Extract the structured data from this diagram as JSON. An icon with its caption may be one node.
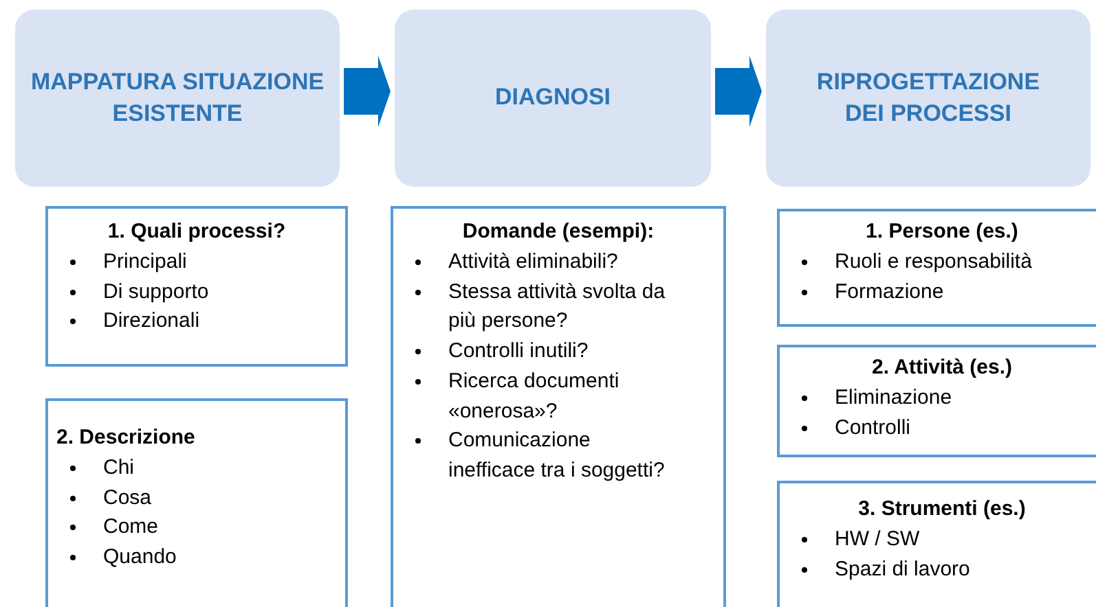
{
  "diagram": {
    "nodes": [
      {
        "text": [
          "MAPPATURA SITUAZIONE ESISTENTE"
        ]
      },
      {
        "text": [
          "DIAGNOSI"
        ]
      },
      {
        "text": [
          "RIPROGETTAZIONE DEI PROCESSI"
        ]
      },
      {
        "text": [
          "1. Quali processi?",
          "Principali",
          "Di supporto",
          "Direzionali"
        ]
      },
      {
        "text": [
          "2. Descrizione",
          "Chi",
          "Cosa",
          "Come",
          "Quando"
        ]
      },
      {
        "text": [
          "Domande (esempi):",
          "Attività eliminabili?",
          "Stessa attività svolta da più persone?",
          "Controlli inutili?",
          "Ricerca documenti «onerosa»?",
          "Comunicazione inefficace tra i soggetti?"
        ]
      },
      {
        "text": [
          "1. Persone (es.)",
          "Ruoli e responsabilità",
          "Formazione"
        ]
      },
      {
        "text": [
          "2. Attività (es.)",
          "Eliminazione",
          "Controlli"
        ]
      },
      {
        "text": [
          "3. Strumenti (es.)",
          "HW / SW",
          "Spazi di lavoro"
        ]
      }
    ],
    "edges": [
      {
        "from": 0,
        "to": 1,
        "arrow": "to"
      },
      {
        "from": 1,
        "to": 2,
        "arrow": "to"
      }
    ]
  }
}
